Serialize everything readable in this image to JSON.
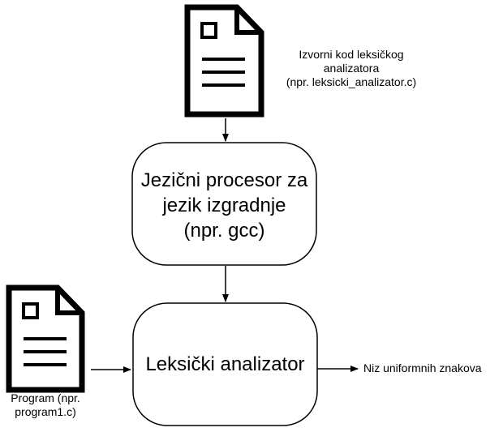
{
  "diagram": {
    "source_document": {
      "icon": "document-icon",
      "lines": [
        "Izvorni kod leksičkog",
        "analizatora",
        "(npr. leksicki_analizator.c)"
      ]
    },
    "compiler_box": {
      "lines": [
        "Jezični procesor za",
        "jezik izgradnje",
        "(npr. gcc)"
      ]
    },
    "program_document": {
      "icon": "document-icon",
      "lines": [
        "Program (npr.",
        "program1.c)"
      ]
    },
    "lexer_box": {
      "label": "Leksički analizator"
    },
    "output": {
      "label": "Niz uniformnih znakova"
    }
  },
  "colors": {
    "stroke": "#000000",
    "background": "#ffffff"
  }
}
